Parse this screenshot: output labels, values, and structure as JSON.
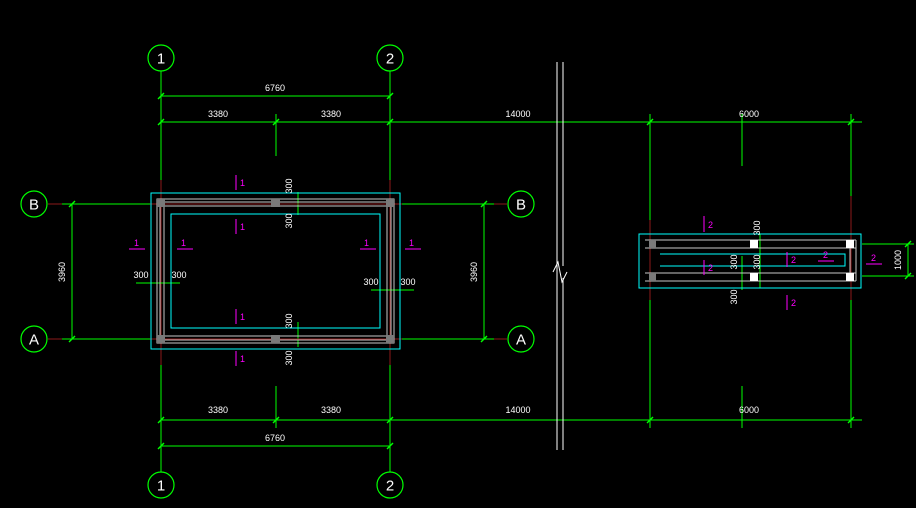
{
  "colors": {
    "background": "#000000",
    "dimension": "#00ff00",
    "grid_axis": "#8b1a1a",
    "outline": "#00ffff",
    "wall": "#ffffff",
    "section_mark": "#ff00ff",
    "text": "#ffffff"
  },
  "axes": {
    "col_1": "1",
    "col_2": "2",
    "row_a": "A",
    "row_b": "B"
  },
  "dims": {
    "overall_width": "6760",
    "half_width": "3380",
    "span_total": "14000",
    "right_width": "6000",
    "height": "3960",
    "wall_offset": "300",
    "right_height": "1000"
  },
  "sections": {
    "mark_1": "1",
    "mark_2": "2"
  }
}
